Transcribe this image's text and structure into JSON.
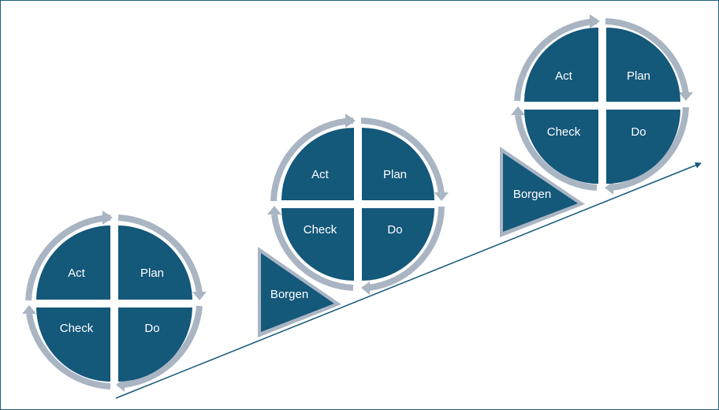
{
  "colors": {
    "quadrant": "#14587a",
    "ring": "#aab5c3",
    "trend_line": "#14587a",
    "text": "#ffffff",
    "border": "#1f5f7f"
  },
  "cycles": [
    {
      "act": "Act",
      "plan": "Plan",
      "check": "Check",
      "do": "Do"
    },
    {
      "act": "Act",
      "plan": "Plan",
      "check": "Check",
      "do": "Do",
      "wedge": "Borgen"
    },
    {
      "act": "Act",
      "plan": "Plan",
      "check": "Check",
      "do": "Do",
      "wedge": "Borgen"
    }
  ]
}
